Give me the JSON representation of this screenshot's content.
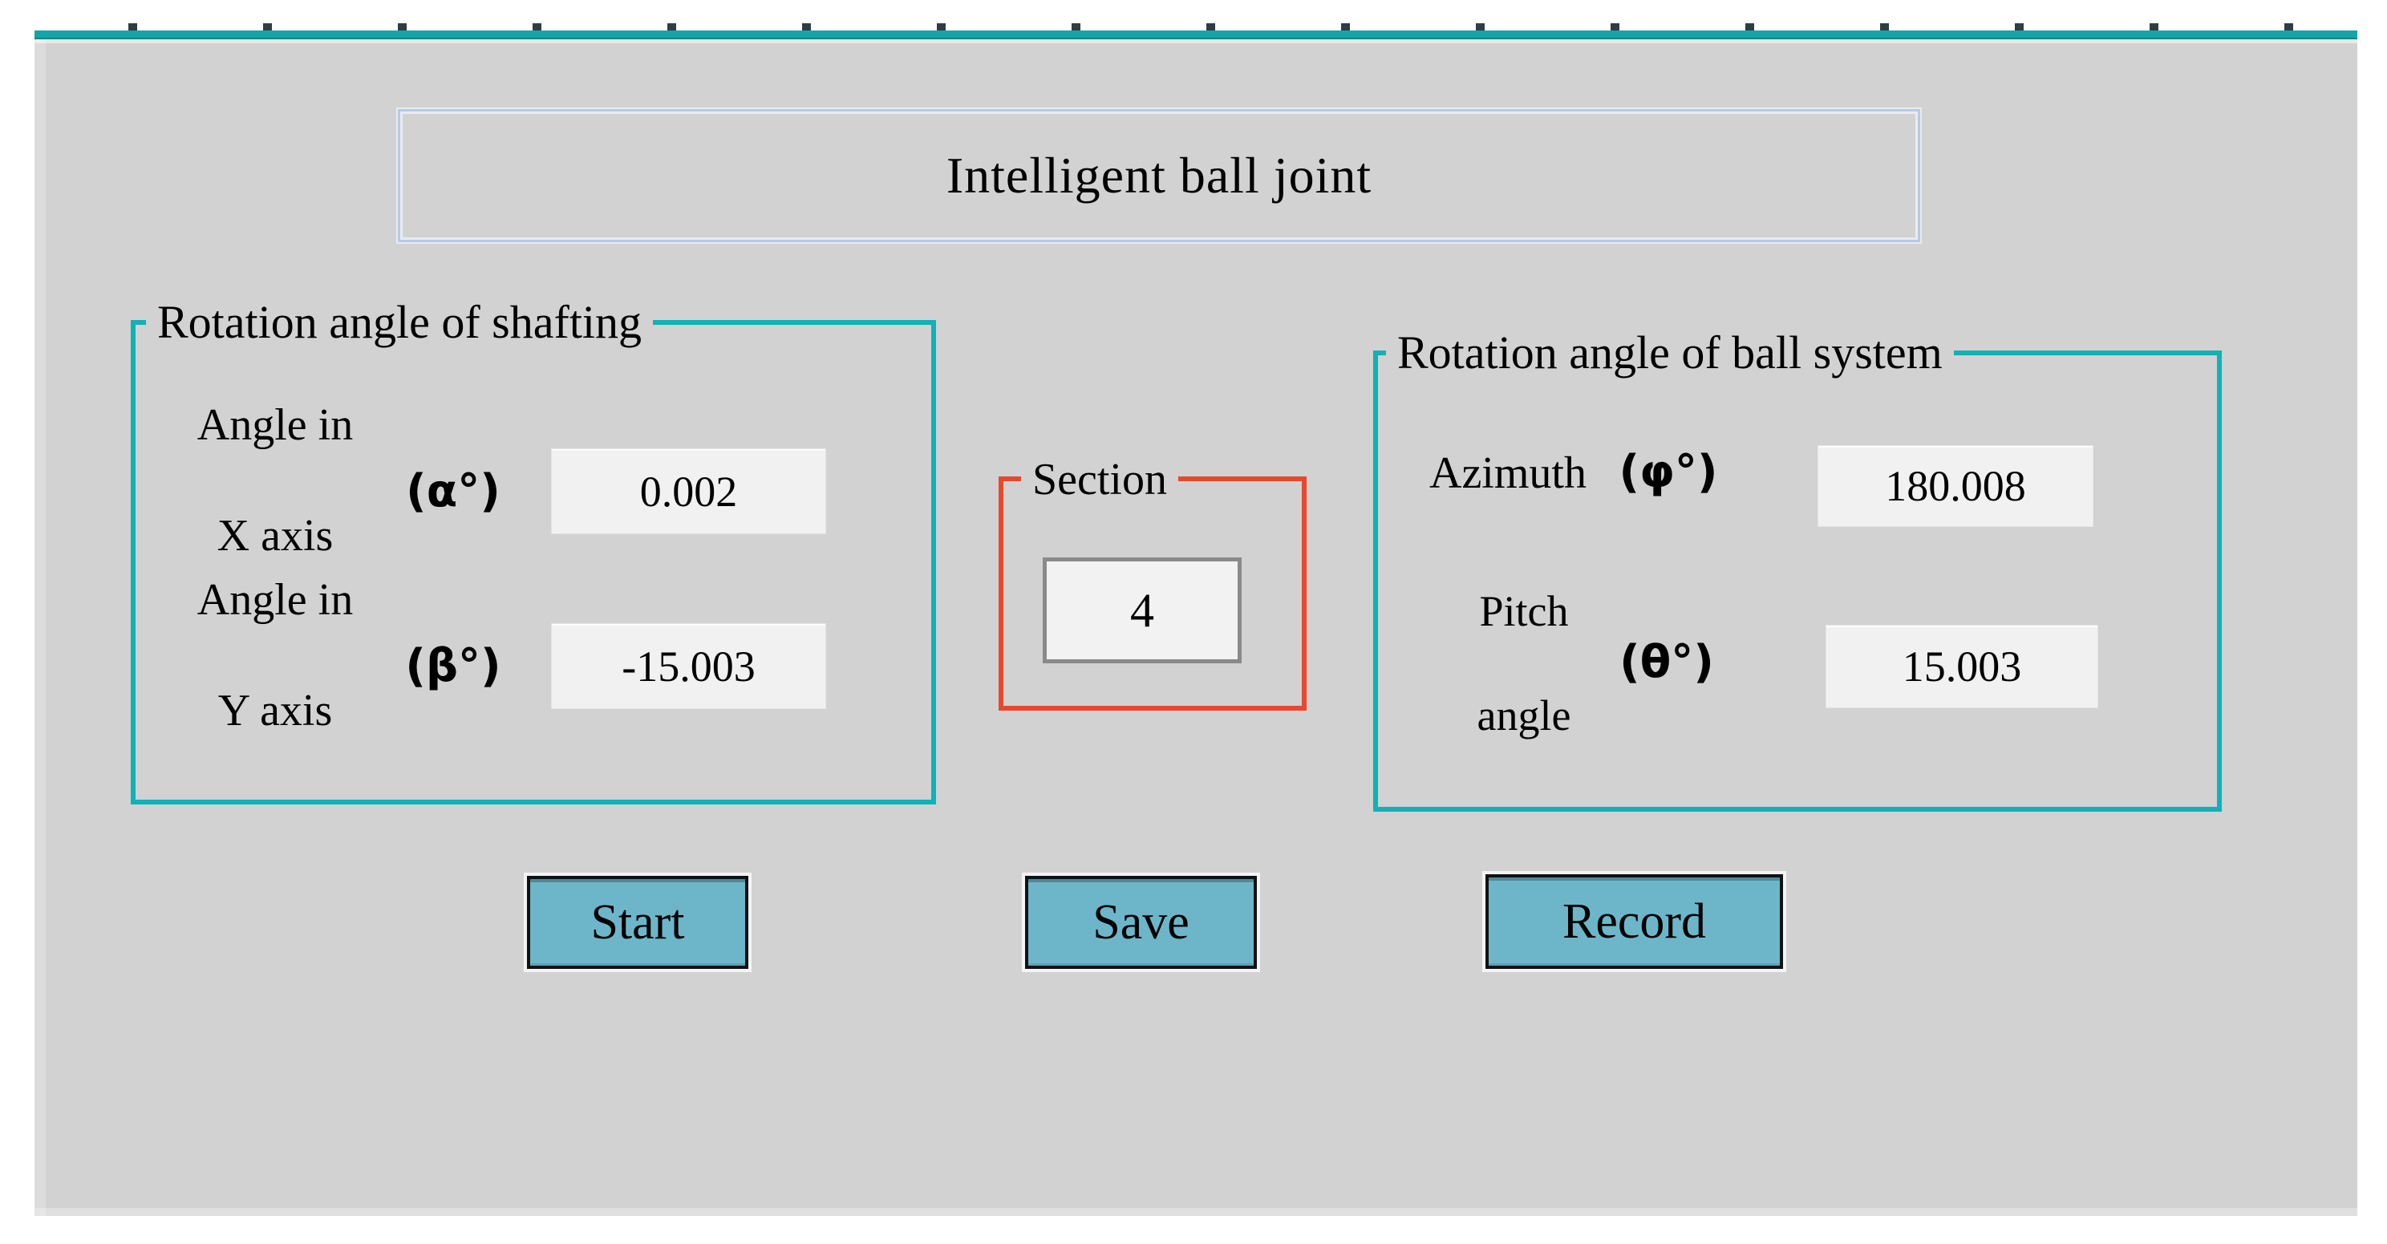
{
  "header": {
    "title": "Intelligent ball joint"
  },
  "groups": {
    "shafting": {
      "title": "Rotation angle of shafting",
      "rows": [
        {
          "label": [
            "Angle in",
            "X axis"
          ],
          "symbol": "(α°)",
          "value": "0.002"
        },
        {
          "label": [
            "Angle in",
            "Y axis"
          ],
          "symbol": "(β°)",
          "value": "-15.003"
        }
      ]
    },
    "section": {
      "title": "Section",
      "value": "4"
    },
    "ball_system": {
      "title": "Rotation angle of ball system",
      "rows": [
        {
          "label": [
            "Azimuth"
          ],
          "symbol": "(φ°)",
          "value": "180.008"
        },
        {
          "label": [
            "Pitch",
            "angle"
          ],
          "symbol": "(θ°)",
          "value": "15.003"
        }
      ]
    }
  },
  "buttons": {
    "start": "Start",
    "save": "Save",
    "record": "Record"
  },
  "colors": {
    "panel_gray": "#d2d2d2",
    "accent_bar_teal": "#12a6a9",
    "group_border_teal": "#0fb2b6",
    "section_border_orange": "#e8482c",
    "title_border_blue": "#b5cbe7",
    "field_bg": "#f1f1f1",
    "section_field_border": "#8a8a8a",
    "button_fill": "#6db6ca",
    "button_border": "#0f1112",
    "text": "#000000"
  }
}
